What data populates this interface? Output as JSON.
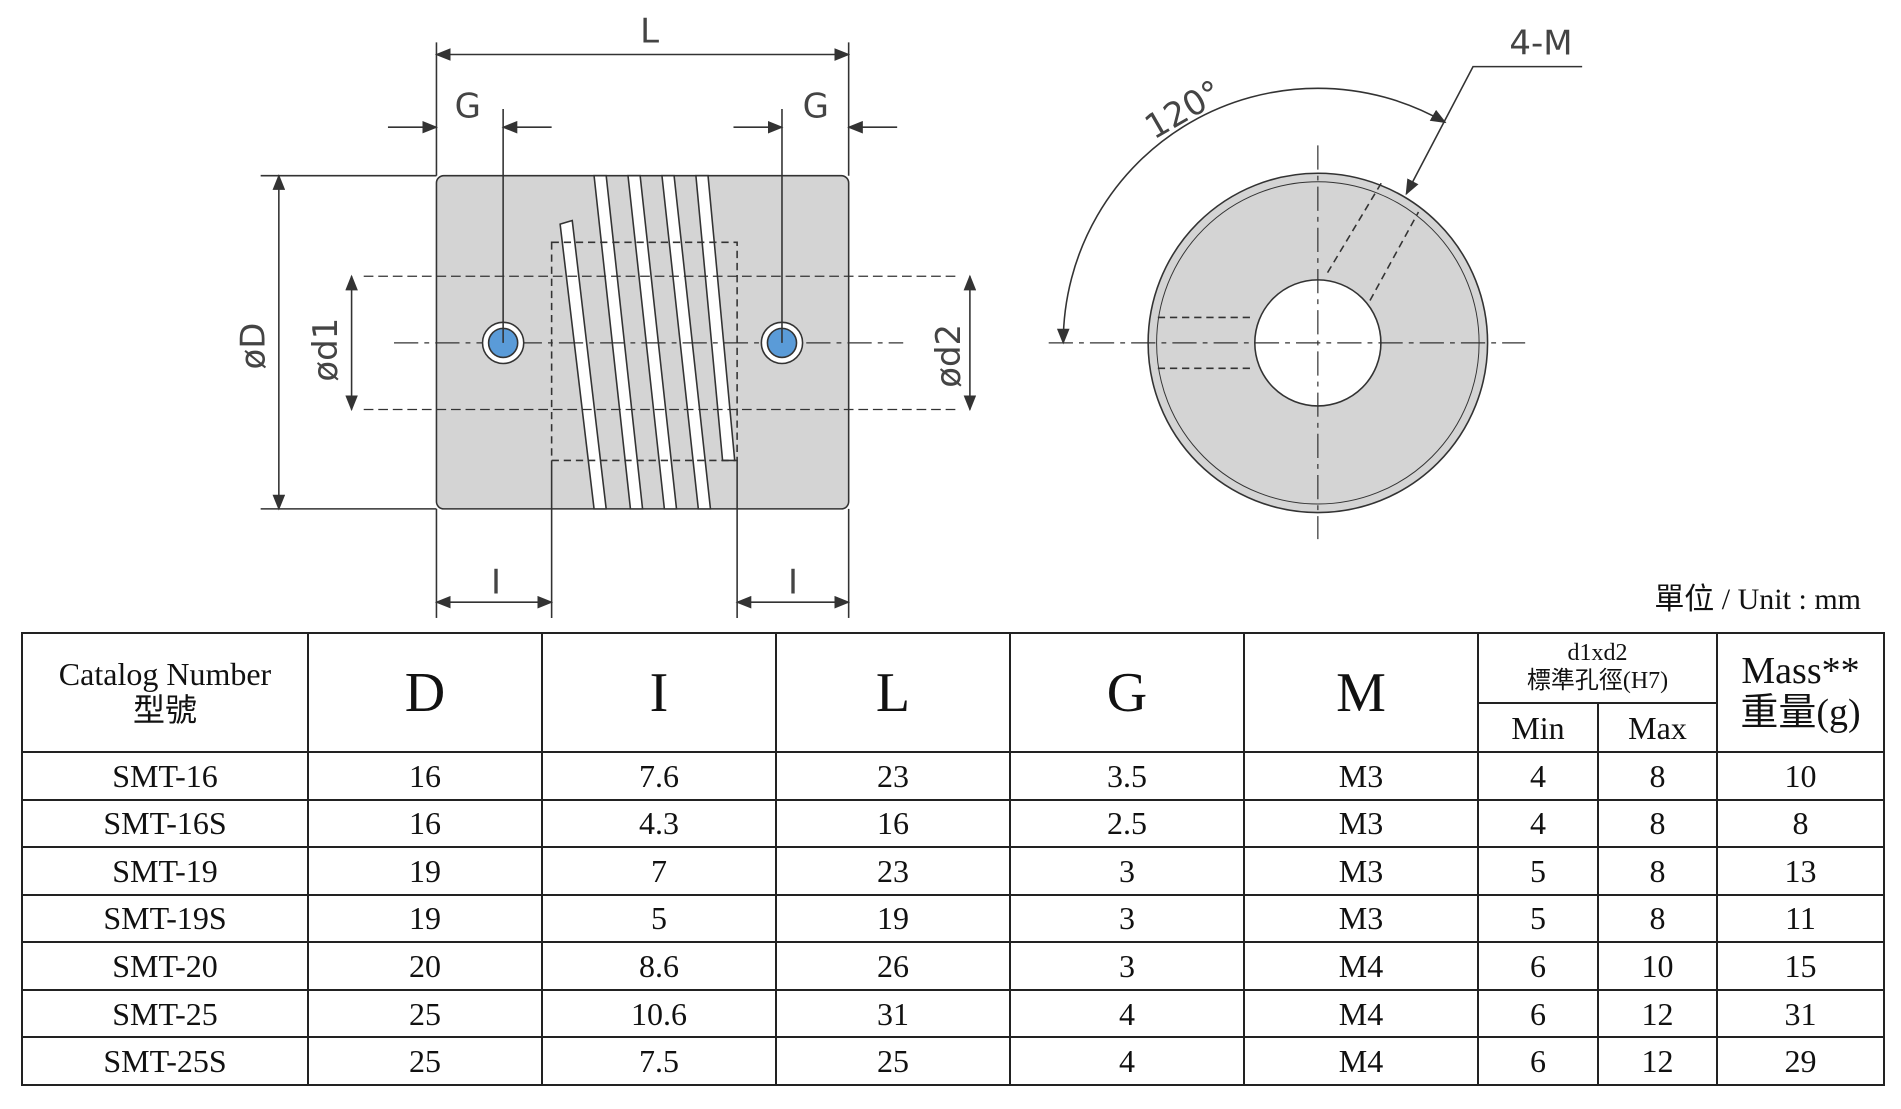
{
  "drawing": {
    "labels": {
      "L": "L",
      "G_left": "G",
      "G_right": "G",
      "D": "øD",
      "d1": "ød1",
      "d2": "ød2",
      "I_left": "I",
      "I_right": "I",
      "angle": "120°",
      "screw": "4-M"
    },
    "colors": {
      "body": "#d4d4d4",
      "screw": "#5a9bd8",
      "line": "#333333"
    }
  },
  "unit_label": "單位 / Unit : mm",
  "table": {
    "headers": {
      "catalog": "Catalog Number",
      "catalog_zh": "型號",
      "D": "D",
      "I": "I",
      "L": "L",
      "G": "G",
      "M": "M",
      "bore": "d1xd2",
      "bore_zh": "標準孔徑(H7)",
      "min": "Min",
      "max": "Max",
      "mass": "Mass**",
      "mass_zh": "重量(g)"
    },
    "rows": [
      [
        "SMT-16",
        "16",
        "7.6",
        "23",
        "3.5",
        "M3",
        "4",
        "8",
        "10"
      ],
      [
        "SMT-16S",
        "16",
        "4.3",
        "16",
        "2.5",
        "M3",
        "4",
        "8",
        "8"
      ],
      [
        "SMT-19",
        "19",
        "7",
        "23",
        "3",
        "M3",
        "5",
        "8",
        "13"
      ],
      [
        "SMT-19S",
        "19",
        "5",
        "19",
        "3",
        "M3",
        "5",
        "8",
        "11"
      ],
      [
        "SMT-20",
        "20",
        "8.6",
        "26",
        "3",
        "M4",
        "6",
        "10",
        "15"
      ],
      [
        "SMT-25",
        "25",
        "10.6",
        "31",
        "4",
        "M4",
        "6",
        "12",
        "31"
      ],
      [
        "SMT-25S",
        "25",
        "7.5",
        "25",
        "4",
        "M4",
        "6",
        "12",
        "29"
      ]
    ]
  }
}
